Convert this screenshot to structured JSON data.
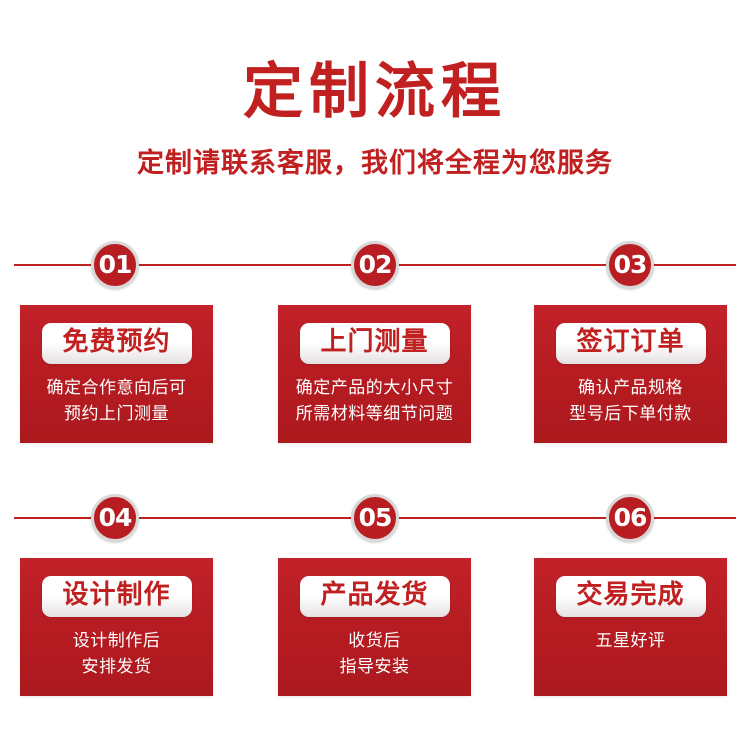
{
  "header": {
    "title": "定制流程",
    "subtitle": "定制请联系客服，我们将全程为您服务"
  },
  "colors": {
    "brand_red": "#c0201f",
    "card_red": "#b81d22",
    "badge_ring": "#d8d8d8",
    "pill_white": "#ffffff",
    "background": "#ffffff"
  },
  "rows": [
    {
      "badges": [
        "01",
        "02",
        "03"
      ],
      "cards": [
        {
          "badge": "01",
          "pill": "免费预约",
          "lines": [
            "确定合作意向后可",
            "预约上门测量"
          ]
        },
        {
          "badge": "02",
          "pill": "上门测量",
          "lines": [
            "确定产品的大小尺寸",
            "所需材料等细节问题"
          ]
        },
        {
          "badge": "03",
          "pill": "签订订单",
          "lines": [
            "确认产品规格",
            "型号后下单付款"
          ]
        }
      ]
    },
    {
      "badges": [
        "04",
        "05",
        "06"
      ],
      "cards": [
        {
          "badge": "04",
          "pill": "设计制作",
          "lines": [
            "设计制作后",
            "安排发货"
          ]
        },
        {
          "badge": "05",
          "pill": "产品发货",
          "lines": [
            "收货后",
            "指导安装"
          ]
        },
        {
          "badge": "06",
          "pill": "交易完成",
          "lines": [
            "五星好评",
            ""
          ]
        }
      ]
    }
  ]
}
